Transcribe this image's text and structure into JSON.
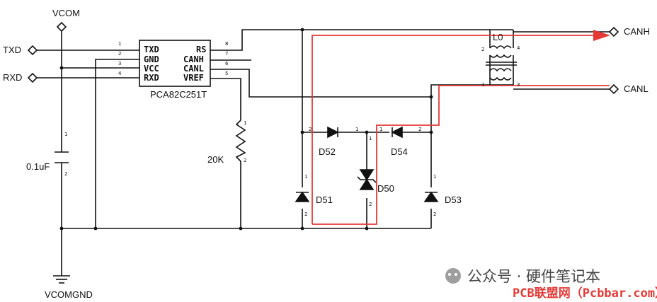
{
  "nets": {
    "vcom": "VCOM",
    "vcomgnd": "VCOMGND",
    "txd": "TXD",
    "rxd": "RXD",
    "canh": "CANH",
    "canl": "CANL"
  },
  "ic": {
    "part": "PCA82C251T",
    "pins_left": [
      "TXD",
      "GND",
      "VCC",
      "RXD"
    ],
    "pins_right": [
      "RS",
      "CANH",
      "CANL",
      "VREF"
    ],
    "pin_numbers_left": [
      "1",
      "2",
      "3",
      "4"
    ],
    "pin_numbers_right": [
      "8",
      "7",
      "6",
      "5"
    ]
  },
  "components": {
    "capacitor": "0.1uF",
    "resistor": "20K",
    "choke": "L0",
    "d52": "D52",
    "d54": "D54",
    "d50": "D50",
    "d51": "D51",
    "d53": "D53"
  },
  "pin_numbers": {
    "one": "1",
    "two": "2",
    "three": "3",
    "four": "4"
  },
  "watermark": {
    "account": "公众号 · 硬件笔记本",
    "site": "PCB联盟网（Pcbbar.com）"
  },
  "colors": {
    "wire": "#111111",
    "highlight": "#e53935"
  }
}
